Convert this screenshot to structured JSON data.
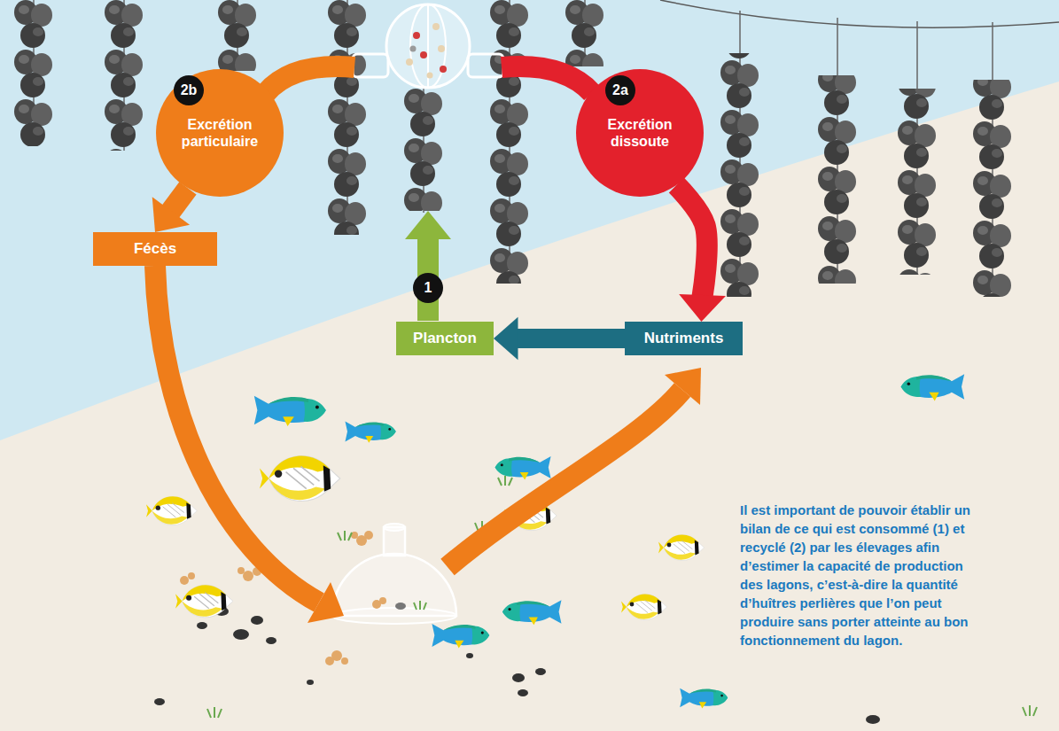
{
  "diagram": {
    "nodes": [
      {
        "text": [
          "Excrétion particulaire"
        ]
      },
      {
        "text": [
          "Excrétion dissoute"
        ]
      },
      {
        "text": [
          "Fécès"
        ]
      },
      {
        "text": [
          "Plancton"
        ]
      },
      {
        "text": [
          "Nutriments"
        ]
      }
    ],
    "edges": [
      {
        "from": 0,
        "to": 2,
        "arrow": "to"
      },
      {
        "from": 1,
        "to": 4,
        "arrow": "to"
      },
      {
        "from": 4,
        "to": 3,
        "arrow": "to"
      }
    ],
    "labels": [
      "2b",
      "2a",
      "1",
      "Il est important de pouvoir établir un bilan de ce qui est consommé (1) et recyclé (2) par les élevages afin d’estimer la capacité de production des lagons, c’est-à-dire la quantité d’huîtres perlières que l’on peut produire sans porter atteinte au bon fonctionnement du lagon."
    ]
  }
}
